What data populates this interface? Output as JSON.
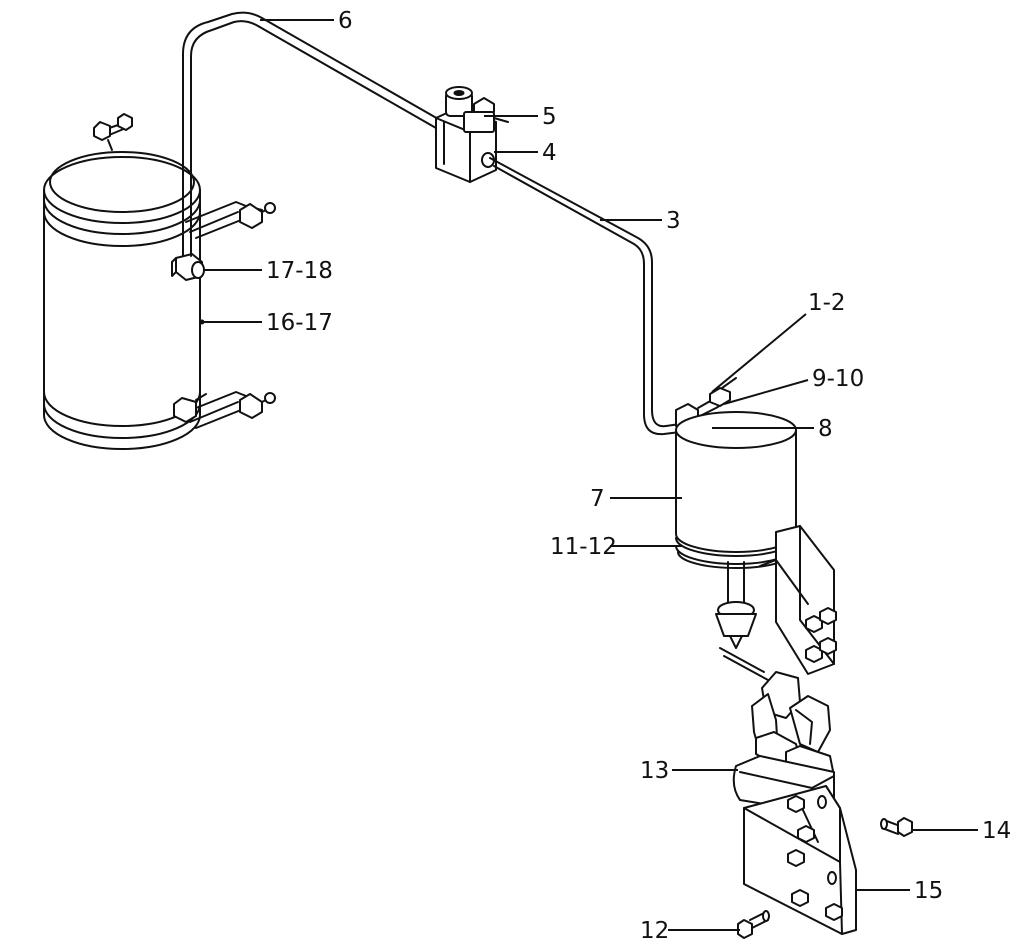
{
  "callouts": [
    {
      "id": "c6",
      "text": "6"
    },
    {
      "id": "c5",
      "text": "5"
    },
    {
      "id": "c4",
      "text": "4"
    },
    {
      "id": "c3",
      "text": "3"
    },
    {
      "id": "c17-18",
      "text": "17-18"
    },
    {
      "id": "c16-17",
      "text": "16-17"
    },
    {
      "id": "c1-2",
      "text": "1-2"
    },
    {
      "id": "c9-10",
      "text": "9-10"
    },
    {
      "id": "c8",
      "text": "8"
    },
    {
      "id": "c7",
      "text": "7"
    },
    {
      "id": "c11-12",
      "text": "11-12"
    },
    {
      "id": "c13",
      "text": "13"
    },
    {
      "id": "c14",
      "text": "14"
    },
    {
      "id": "c15",
      "text": "15"
    },
    {
      "id": "c12",
      "text": "12"
    }
  ],
  "colors": {
    "line": "#111111",
    "background": "#ffffff"
  }
}
